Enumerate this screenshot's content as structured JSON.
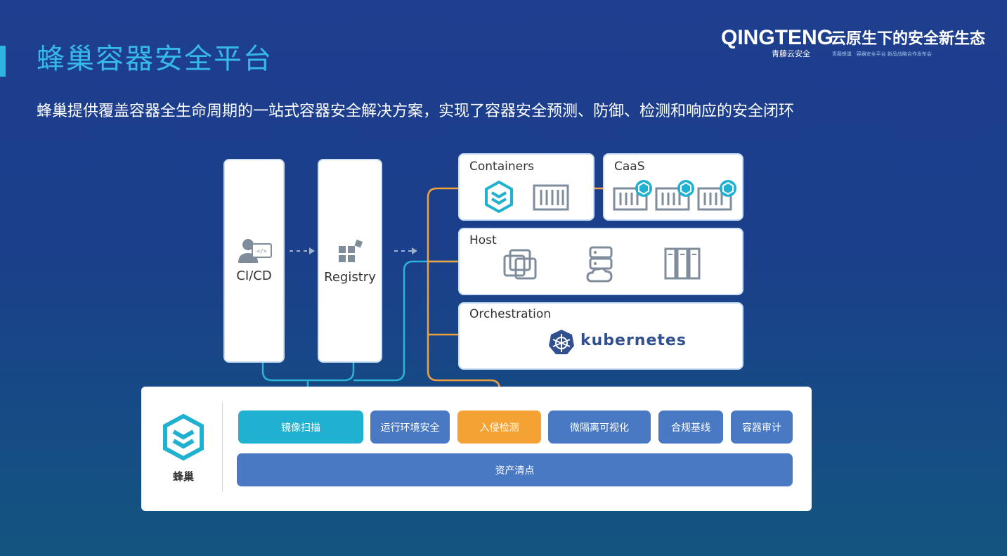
{
  "header": {
    "title": "蜂巢容器安全平台",
    "subtitle": "蜂巢提供覆盖容器全生命周期的一站式容器安全解决方案，实现了容器安全预测、防御、检测和响应的安全闭环"
  },
  "logo": {
    "brand": "QINGTENG",
    "brand_sub": "青藤云安全",
    "slogan": "云原生下的安全新生态",
    "slogan_sub": "青藤蜂巢 · 容器安全平台 新品战略合作发布会"
  },
  "diagram": {
    "cicd_label": "CI/CD",
    "registry_label": "Registry",
    "containers_label": "Containers",
    "caas_label": "CaaS",
    "host_label": "Host",
    "orchestration_label": "Orchestration",
    "kubernetes_label": "kubernetes",
    "product_name": "蜂巢",
    "features": {
      "image_scan": "镜像扫描",
      "runtime_security": "运行环境安全",
      "intrusion_detection": "入侵检测",
      "microseg_visual": "微隔离可视化",
      "compliance_baseline": "合规基线",
      "container_audit": "容器审计",
      "asset_inventory": "资产清点"
    }
  },
  "colors": {
    "accent": "#37b8ea",
    "teal": "#1fb1cf",
    "blue": "#4a79c4",
    "orange": "#f5a235",
    "line_orange": "#f0a13d",
    "line_cyan": "#2ab4d8"
  },
  "icons": [
    "developer-icon",
    "registry-blocks-icon",
    "hive-logo-icon",
    "container-icon",
    "vm-icon",
    "server-cloud-icon",
    "rack-icon",
    "kubernetes-icon"
  ]
}
